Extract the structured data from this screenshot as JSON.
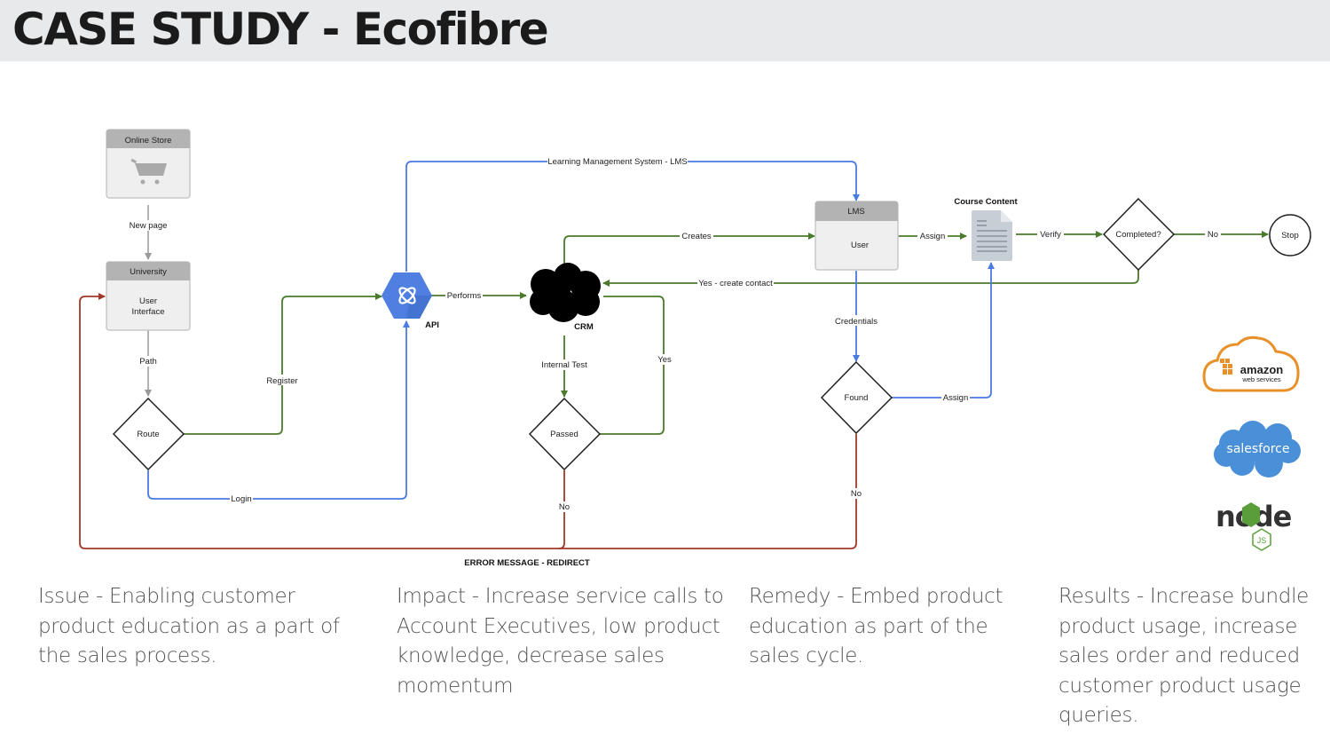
{
  "header": {
    "title": "CASE STUDY - Ecofibre"
  },
  "diagram": {
    "nodes": {
      "online_store": {
        "title": "Online Store",
        "icon": "shopping-cart-icon"
      },
      "university": {
        "title": "University",
        "body_line1": "User",
        "body_line2": "Interface"
      },
      "route": {
        "label": "Route"
      },
      "api": {
        "label": "API",
        "icon": "api-hexagon-icon"
      },
      "crm": {
        "label": "CRM",
        "icon": "cloud-icon"
      },
      "passed": {
        "label": "Passed"
      },
      "lms": {
        "title": "LMS",
        "body": "User"
      },
      "course_content": {
        "label": "Course Content",
        "icon": "document-icon"
      },
      "completed": {
        "label": "Completed?"
      },
      "stop": {
        "label": "Stop"
      },
      "found": {
        "label": "Found"
      }
    },
    "edges": {
      "new_page": "New page",
      "path": "Path",
      "register": "Register",
      "login": "Login",
      "lms_link": "Learning Management System - LMS",
      "performs": "Performs",
      "creates": "Creates",
      "internal_test": "Internal Test",
      "yes": "Yes",
      "no_passed": "No",
      "assign_lms": "Assign",
      "verify": "Verify",
      "no_completed": "No",
      "yes_create_contact": "Yes - create contact",
      "credentials": "Credentials",
      "assign_found": "Assign",
      "no_found": "No",
      "error_redirect": "ERROR MESSAGE - REDIRECT"
    },
    "colors": {
      "green": "#4a7a2c",
      "blue": "#4a7be0",
      "red": "#a0392a",
      "gray": "#999999",
      "node_header": "#b3b3b3",
      "node_body": "#efefef",
      "api_blue": "#4f7fe0"
    }
  },
  "logos": {
    "aws": {
      "line1": "amazon",
      "line2": "web services",
      "color": "#e8912b"
    },
    "salesforce": {
      "label": "salesforce",
      "color": "#4a90d9"
    },
    "node": {
      "label": "node",
      "sub": "JS",
      "green": "#5a9e3c",
      "dark": "#333333"
    }
  },
  "summary": {
    "issue": "Issue - Enabling customer product education as a part of the sales process.",
    "impact": "Impact - Increase service calls to Account Executives, low product knowledge, decrease sales momentum",
    "remedy": "Remedy - Embed product education as part of the sales cycle.",
    "results": "Results - Increase bundle product usage, increase sales order and reduced customer product usage queries."
  }
}
